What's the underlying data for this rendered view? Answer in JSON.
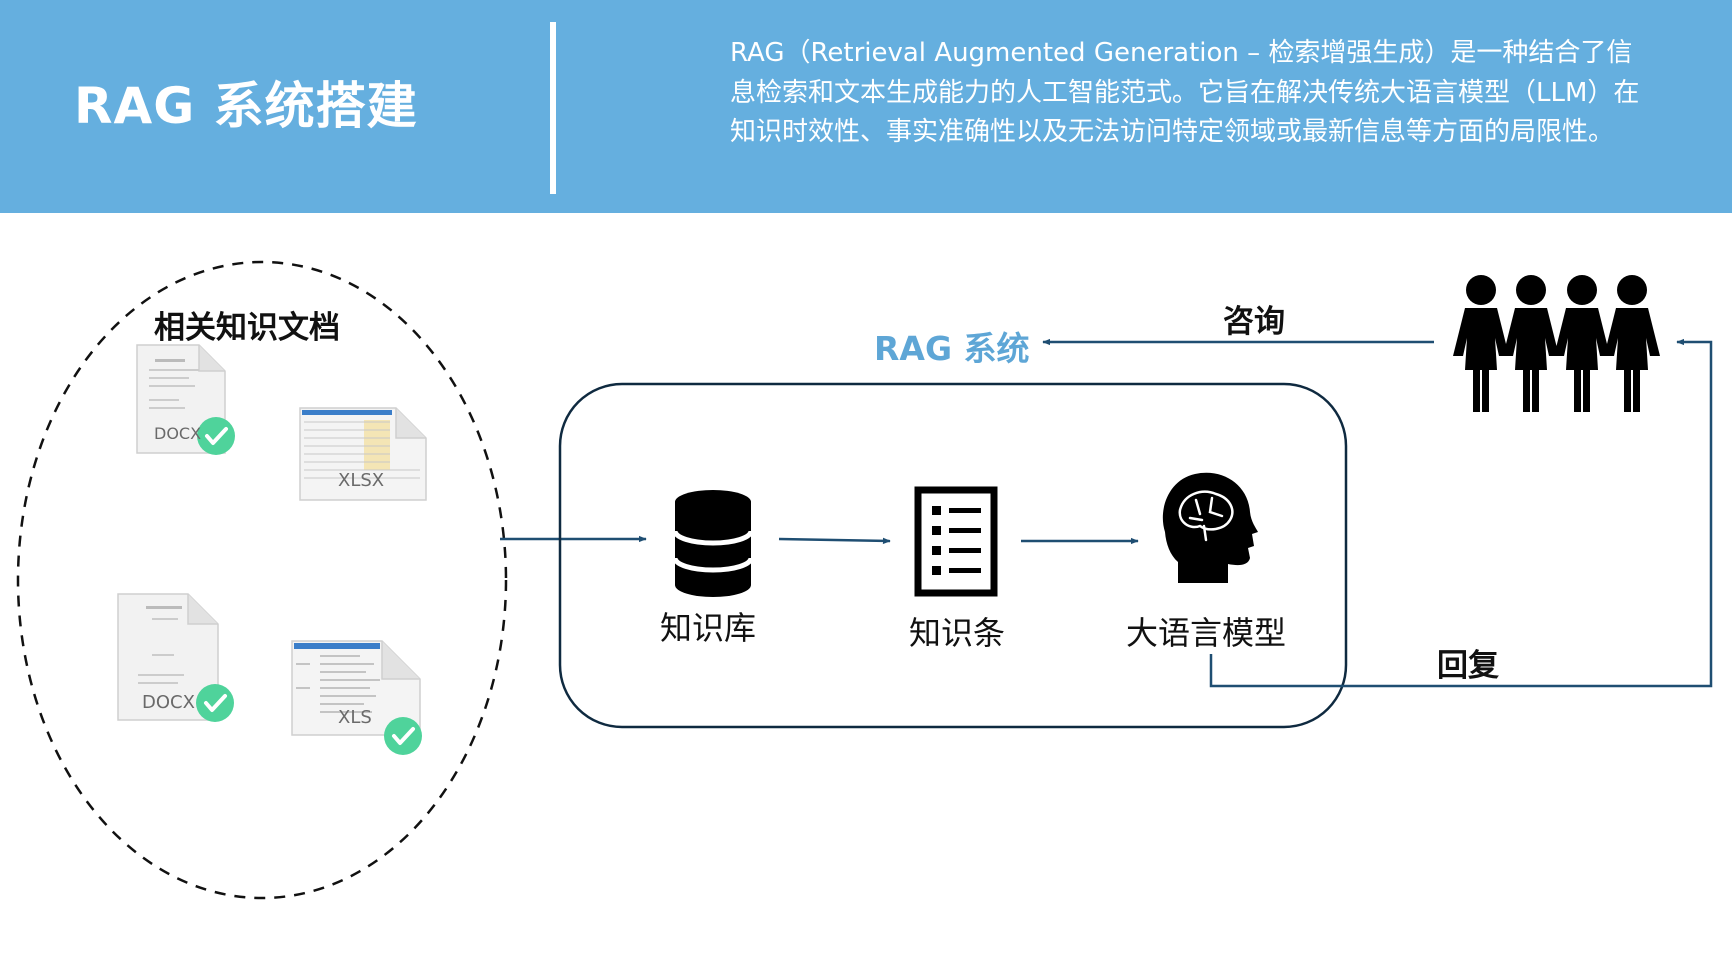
{
  "header": {
    "title": "RAG 系统搭建",
    "description": "RAG（Retrieval Augmented Generation – 检索增强生成）是一种结合了信息检索和文本生成能力的人工智能范式。它旨在解决传统大语言模型（LLM）在知识时效性、事实准确性以及无法访问特定领域或最新信息等方面的局限性。",
    "background_color": "#65afdf"
  },
  "documents": {
    "heading": "相关知识文档",
    "files": [
      {
        "ext": "DOCX",
        "icon": "docx-file-icon",
        "checked": true
      },
      {
        "ext": "XLSX",
        "icon": "xlsx-file-icon",
        "checked": false
      },
      {
        "ext": "DOCX",
        "icon": "docx-file-icon",
        "checked": true
      },
      {
        "ext": "XLS",
        "icon": "xls-file-icon",
        "checked": true
      }
    ]
  },
  "system": {
    "label": "RAG 系统",
    "label_color": "#5ea6d6",
    "nodes": [
      {
        "label": "知识库",
        "icon": "database-icon"
      },
      {
        "label": "知识条",
        "icon": "list-document-icon"
      },
      {
        "label": "大语言模型",
        "icon": "brain-head-icon"
      }
    ]
  },
  "flows": {
    "consult": "咨询",
    "reply": "回复"
  },
  "users": {
    "icon": "people-group-icon",
    "count": 4
  },
  "colors": {
    "arrow": "#1f4e72",
    "check": "#4fd39b",
    "box_border": "#0f2a40"
  }
}
